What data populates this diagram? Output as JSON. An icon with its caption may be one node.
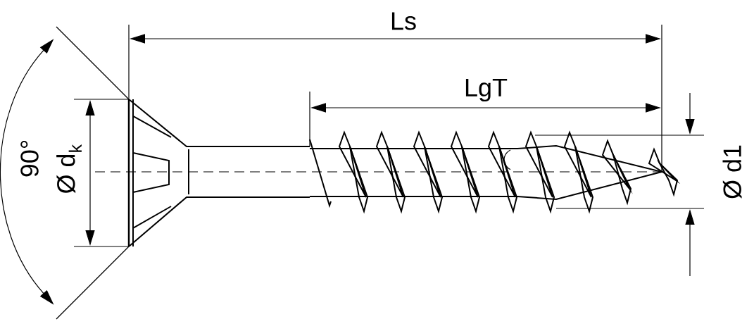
{
  "diagram": {
    "labels": [
      "Ls",
      "LgT",
      "90°",
      "Ø d$_{k}$",
      "Ø d1"
    ]
  }
}
